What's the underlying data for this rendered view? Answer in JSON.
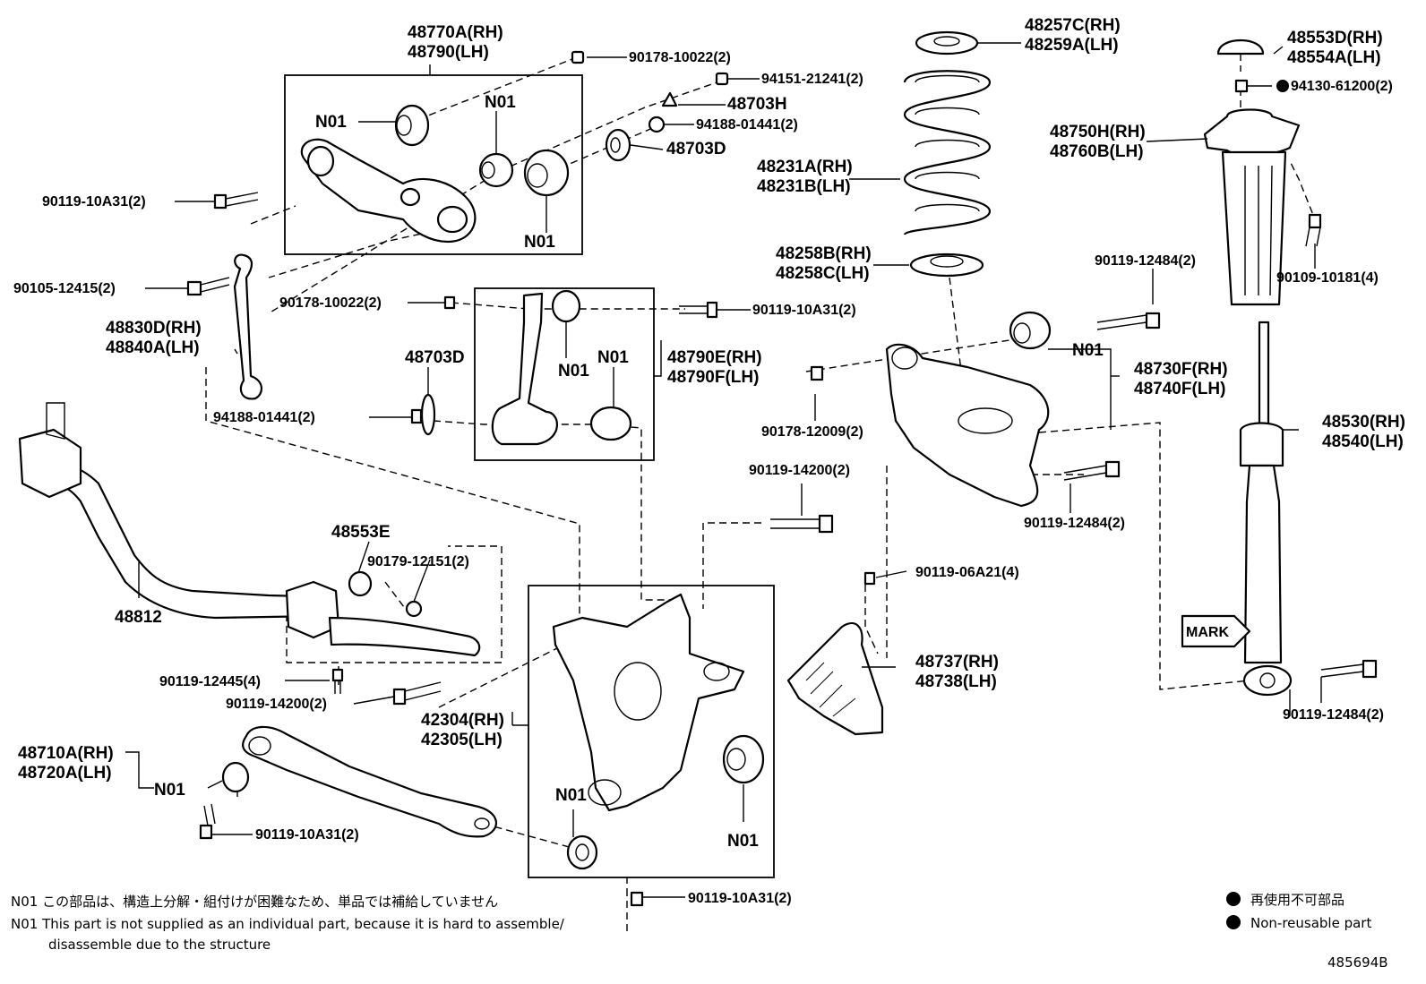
{
  "labels": {
    "upper_arm_rh": "48770A(RH)",
    "upper_arm_lh": "48790(LH)",
    "nut_90178_10022_top": "90178-10022(2)",
    "nut_94151": "94151-21241(2)",
    "cam_48703H": "48703H",
    "washer_94188_top": "94188-01441(2)",
    "cam_48703D_top": "48703D",
    "n01_a": "N01",
    "n01_b": "N01",
    "n01_c": "N01",
    "bolt_90119_10A31_top": "90119-10A31(2)",
    "bolt_90105": "90105-12415(2)",
    "link_rh": "48830D(RH)",
    "link_lh": "48840A(LH)",
    "nut_90178_10022_mid": "90178-10022(2)",
    "bolt_90119_10A31_mid": "90119-10A31(2)",
    "n01_d": "N01",
    "n01_e": "N01",
    "toe_arm_rh": "48790E(RH)",
    "toe_arm_lh": "48790F(LH)",
    "cam_48703D_mid": "48703D",
    "washer_94188_mid": "94188-01441(2)",
    "spring_upper_rh": "48257C(RH)",
    "spring_upper_lh": "48259A(LH)",
    "spring_rh": "48231A(RH)",
    "spring_lh": "48231B(LH)",
    "spring_lower_rh": "48258B(RH)",
    "spring_lower_lh": "48258C(LH)",
    "cap_rh": "48553D(RH)",
    "cap_lh": "48554A(LH)",
    "nut_94130": "94130-61200(2)",
    "support_rh": "48750H(RH)",
    "support_lh": "48760B(LH)",
    "bolt_90109": "90109-10181(4)",
    "bolt_90119_12484_a": "90119-12484(2)",
    "n01_f": "N01",
    "lower_arm_rh": "48730F(RH)",
    "lower_arm_lh": "48740F(LH)",
    "nut_90178_12009": "90178-12009(2)",
    "bolt_90119_12484_b": "90119-12484(2)",
    "shock_rh": "48530(RH)",
    "shock_lh": "48540(LH)",
    "bolt_90119_14200_a": "90119-14200(2)",
    "bush_48553E": "48553E",
    "nut_90179": "90179-12151(2)",
    "stabilizer": "48812",
    "bolt_90119_06A21": "90119-06A21(4)",
    "bracket_rh": "48737(RH)",
    "bracket_lh": "48738(LH)",
    "mark": "MARK",
    "bolt_90119_12445": "90119-12445(4)",
    "bolt_90119_14200_b": "90119-14200(2)",
    "knuckle_rh": "42304(RH)",
    "knuckle_lh": "42305(LH)",
    "trail_arm_rh": "48710A(RH)",
    "trail_arm_lh": "48720A(LH)",
    "n01_g": "N01",
    "n01_h": "N01",
    "n01_i": "N01",
    "bolt_90119_10A31_low": "90119-10A31(2)",
    "bolt_90119_10A31_bottom": "90119-10A31(2)",
    "bolt_90119_12484_c": "90119-12484(2)"
  },
  "legend": {
    "jp": "再使用不可部品",
    "en": "Non-reusable part"
  },
  "notes": {
    "n01_jp": "N01 この部品は、構造上分解・組付けが困難なため、単品では補給していません",
    "n01_en_line1": "N01 This part is not supplied as an individual part, because it is hard to assemble/",
    "n01_en_line2": "disassemble due to the structure"
  },
  "figure_id": "485694B"
}
